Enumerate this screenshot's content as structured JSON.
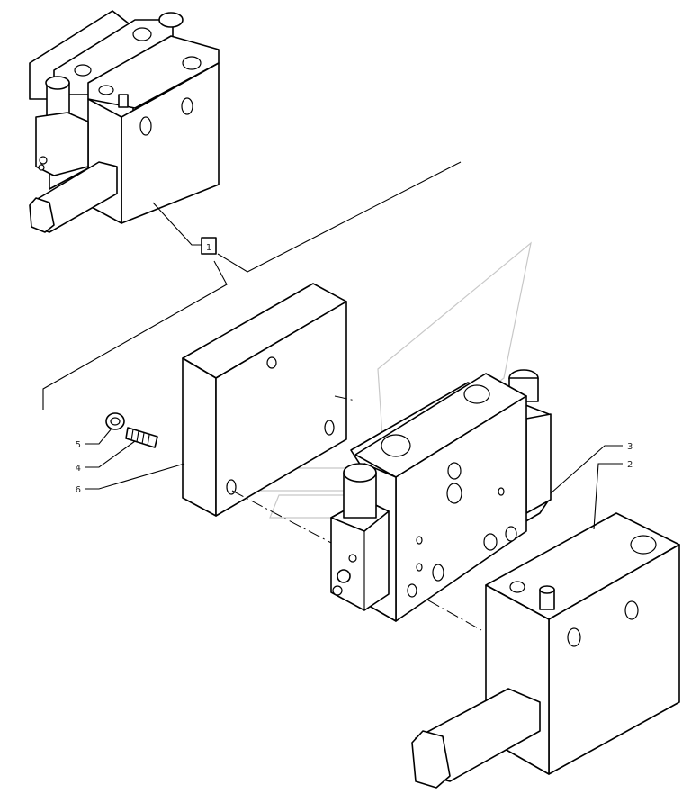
{
  "callouts": {
    "ref_box": "1",
    "labels": [
      "5",
      "4",
      "6",
      "3",
      "2"
    ]
  }
}
